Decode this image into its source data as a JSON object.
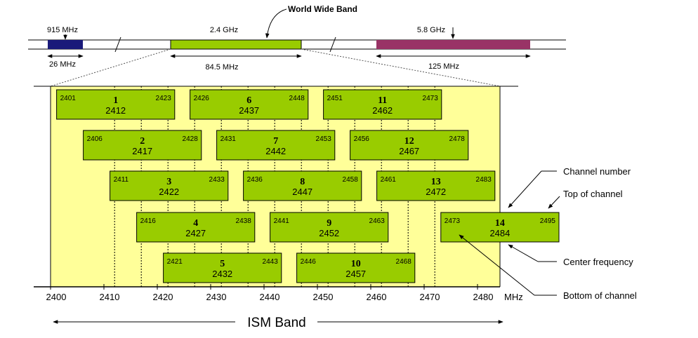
{
  "top_band": {
    "bands": [
      {
        "label": "915 MHz",
        "width_label": "26 MHz",
        "color": "#1a1a7a"
      },
      {
        "label": "2.4 GHz",
        "width_label": "84.5 MHz",
        "color": "#99cc00"
      },
      {
        "label": "5.8 GHz",
        "width_label": "125 MHz",
        "color": "#993366"
      }
    ],
    "world_wide_label": "World Wide Band"
  },
  "channels": [
    {
      "number": "1",
      "bottom": "2401",
      "center": "2412",
      "top": "2423"
    },
    {
      "number": "2",
      "bottom": "2406",
      "center": "2417",
      "top": "2428"
    },
    {
      "number": "3",
      "bottom": "2411",
      "center": "2422",
      "top": "2433"
    },
    {
      "number": "4",
      "bottom": "2416",
      "center": "2427",
      "top": "2438"
    },
    {
      "number": "5",
      "bottom": "2421",
      "center": "2432",
      "top": "2443"
    },
    {
      "number": "6",
      "bottom": "2426",
      "center": "2437",
      "top": "2448"
    },
    {
      "number": "7",
      "bottom": "2431",
      "center": "2442",
      "top": "2453"
    },
    {
      "number": "8",
      "bottom": "2436",
      "center": "2447",
      "top": "2458"
    },
    {
      "number": "9",
      "bottom": "2441",
      "center": "2452",
      "top": "2463"
    },
    {
      "number": "10",
      "bottom": "2446",
      "center": "2457",
      "top": "2468"
    },
    {
      "number": "11",
      "bottom": "2451",
      "center": "2462",
      "top": "2473"
    },
    {
      "number": "12",
      "bottom": "2456",
      "center": "2467",
      "top": "2478"
    },
    {
      "number": "13",
      "bottom": "2461",
      "center": "2472",
      "top": "2483"
    },
    {
      "number": "14",
      "bottom": "2473",
      "center": "2484",
      "top": "2495"
    }
  ],
  "axis": {
    "ticks": [
      "2400",
      "2410",
      "2420",
      "2430",
      "2440",
      "2450",
      "2460",
      "2470",
      "2480"
    ],
    "unit": "MHz"
  },
  "ism_label": "ISM Band",
  "legend": {
    "channel_number": "Channel number",
    "top_of_channel": "Top of channel",
    "center_frequency": "Center frequency",
    "bottom_of_channel": "Bottom of channel"
  },
  "colors": {
    "band_bg": "#ffff99",
    "channel_fill": "#99cc00"
  }
}
